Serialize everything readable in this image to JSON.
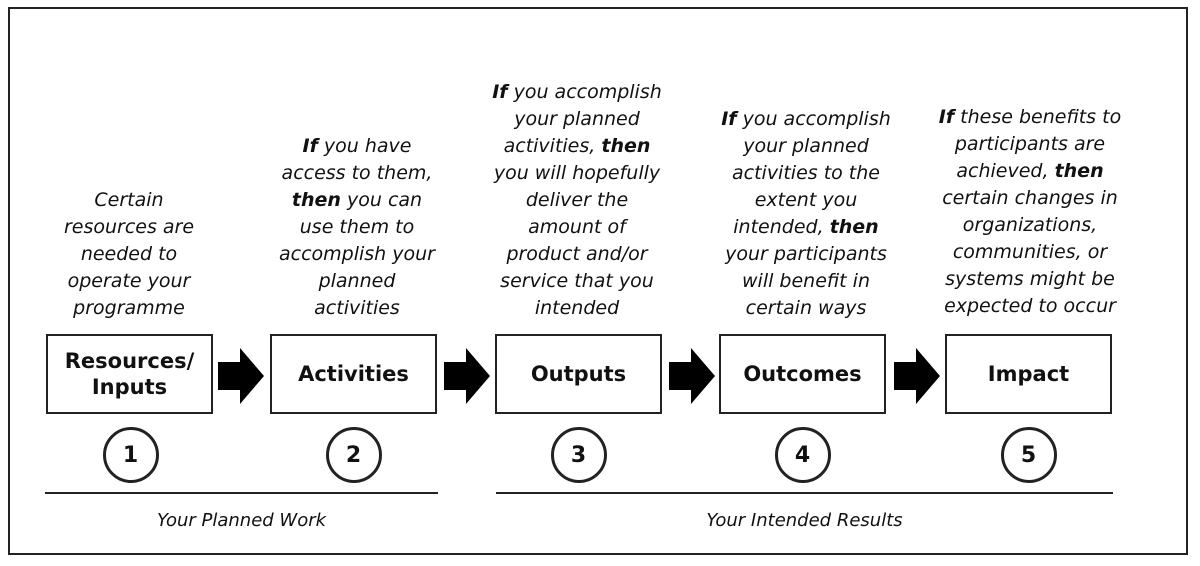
{
  "stages": [
    {
      "number": "1",
      "label_lines": [
        "Resources/",
        "Inputs"
      ],
      "description": [
        {
          "text": "Certain resources are needed to operate your programme",
          "bold": false
        }
      ]
    },
    {
      "number": "2",
      "label_lines": [
        "Activities"
      ],
      "description": [
        {
          "text": "If",
          "bold": true
        },
        {
          "text": " you have access to them, ",
          "bold": false
        },
        {
          "text": "then",
          "bold": true
        },
        {
          "text": " you can use them to accomplish your planned activities",
          "bold": false
        }
      ]
    },
    {
      "number": "3",
      "label_lines": [
        "Outputs"
      ],
      "description": [
        {
          "text": "If",
          "bold": true
        },
        {
          "text": " you accomplish your planned activities, ",
          "bold": false
        },
        {
          "text": "then",
          "bold": true
        },
        {
          "text": " you will hopefully deliver the amount of product and/or service that you intended",
          "bold": false
        }
      ]
    },
    {
      "number": "4",
      "label_lines": [
        "Outcomes"
      ],
      "description": [
        {
          "text": "If",
          "bold": true
        },
        {
          "text": " you accomplish your planned activities to the extent you intended, ",
          "bold": false
        },
        {
          "text": "then",
          "bold": true
        },
        {
          "text": " your participants will benefit in certain ways",
          "bold": false
        }
      ]
    },
    {
      "number": "5",
      "label_lines": [
        "Impact"
      ],
      "description": [
        {
          "text": "If",
          "bold": true
        },
        {
          "text": " these benefits to participants are achieved, ",
          "bold": false
        },
        {
          "text": "then",
          "bold": true
        },
        {
          "text": " certain changes in organizations, communities, or systems might be expected to occur",
          "bold": false
        }
      ]
    }
  ],
  "groups": {
    "planned_work": "Your Planned Work",
    "intended_results": "Your Intended Results"
  }
}
